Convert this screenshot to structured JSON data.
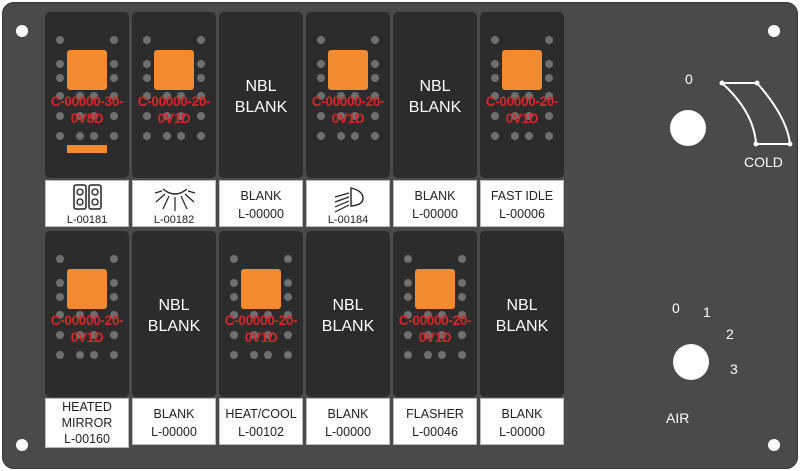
{
  "switches": [
    {
      "code_line1": "C-00000-30-",
      "code_line2": "0V8D",
      "lens": true,
      "bar": true,
      "label_icon": "dual-square-icon",
      "label_code": "L-00181"
    },
    {
      "code_line1": "C-00000-20-",
      "code_line2": "0V1D",
      "lens": true,
      "label_icon": "work-light-icon",
      "label_code": "L-00182"
    },
    {
      "nbl_line1": "NBL",
      "nbl_line2": "BLANK",
      "label_line1": "BLANK",
      "label_line2": "L-00000"
    },
    {
      "code_line1": "C-00000-20-",
      "code_line2": "0V1D",
      "lens": true,
      "label_icon": "headlight-icon",
      "label_code": "L-00184"
    },
    {
      "nbl_line1": "NBL",
      "nbl_line2": "BLANK",
      "label_line1": "BLANK",
      "label_line2": "L-00000"
    },
    {
      "code_line1": "C-00000-20-",
      "code_line2": "0V1D",
      "lens": true,
      "label_line1": "FAST IDLE",
      "label_line2": "L-00006"
    },
    {
      "code_line1": "C-00000-20-",
      "code_line2": "0V1D",
      "lens": true,
      "label_line1": "HEATED",
      "label_line2": "MIRROR",
      "label_line3": "L-00160"
    },
    {
      "nbl_line1": "NBL",
      "nbl_line2": "BLANK",
      "label_line1": "BLANK",
      "label_line2": "L-00000"
    },
    {
      "code_line1": "C-00000-20-",
      "code_line2": "0V1D",
      "lens": true,
      "label_line1": "HEAT/COOL",
      "label_line2": "L-00102"
    },
    {
      "nbl_line1": "NBL",
      "nbl_line2": "BLANK",
      "label_line1": "BLANK",
      "label_line2": "L-00000"
    },
    {
      "code_line1": "C-00000-20-",
      "code_line2": "0V1D",
      "lens": true,
      "label_line1": "FLASHER",
      "label_line2": "L-00046"
    },
    {
      "nbl_line1": "NBL",
      "nbl_line2": "BLANK",
      "label_line1": "BLANK",
      "label_line2": "L-00000"
    }
  ],
  "temp_dial": {
    "zero": "0",
    "cold": "COLD"
  },
  "air_dial": {
    "pos0": "0",
    "pos1": "1",
    "pos2": "2",
    "pos3": "3",
    "label": "AIR"
  },
  "colors": {
    "panel": "#4a4a4a",
    "switch": "#2c2c2c",
    "lens": "#f28a30",
    "code_text": "#d8262b"
  }
}
